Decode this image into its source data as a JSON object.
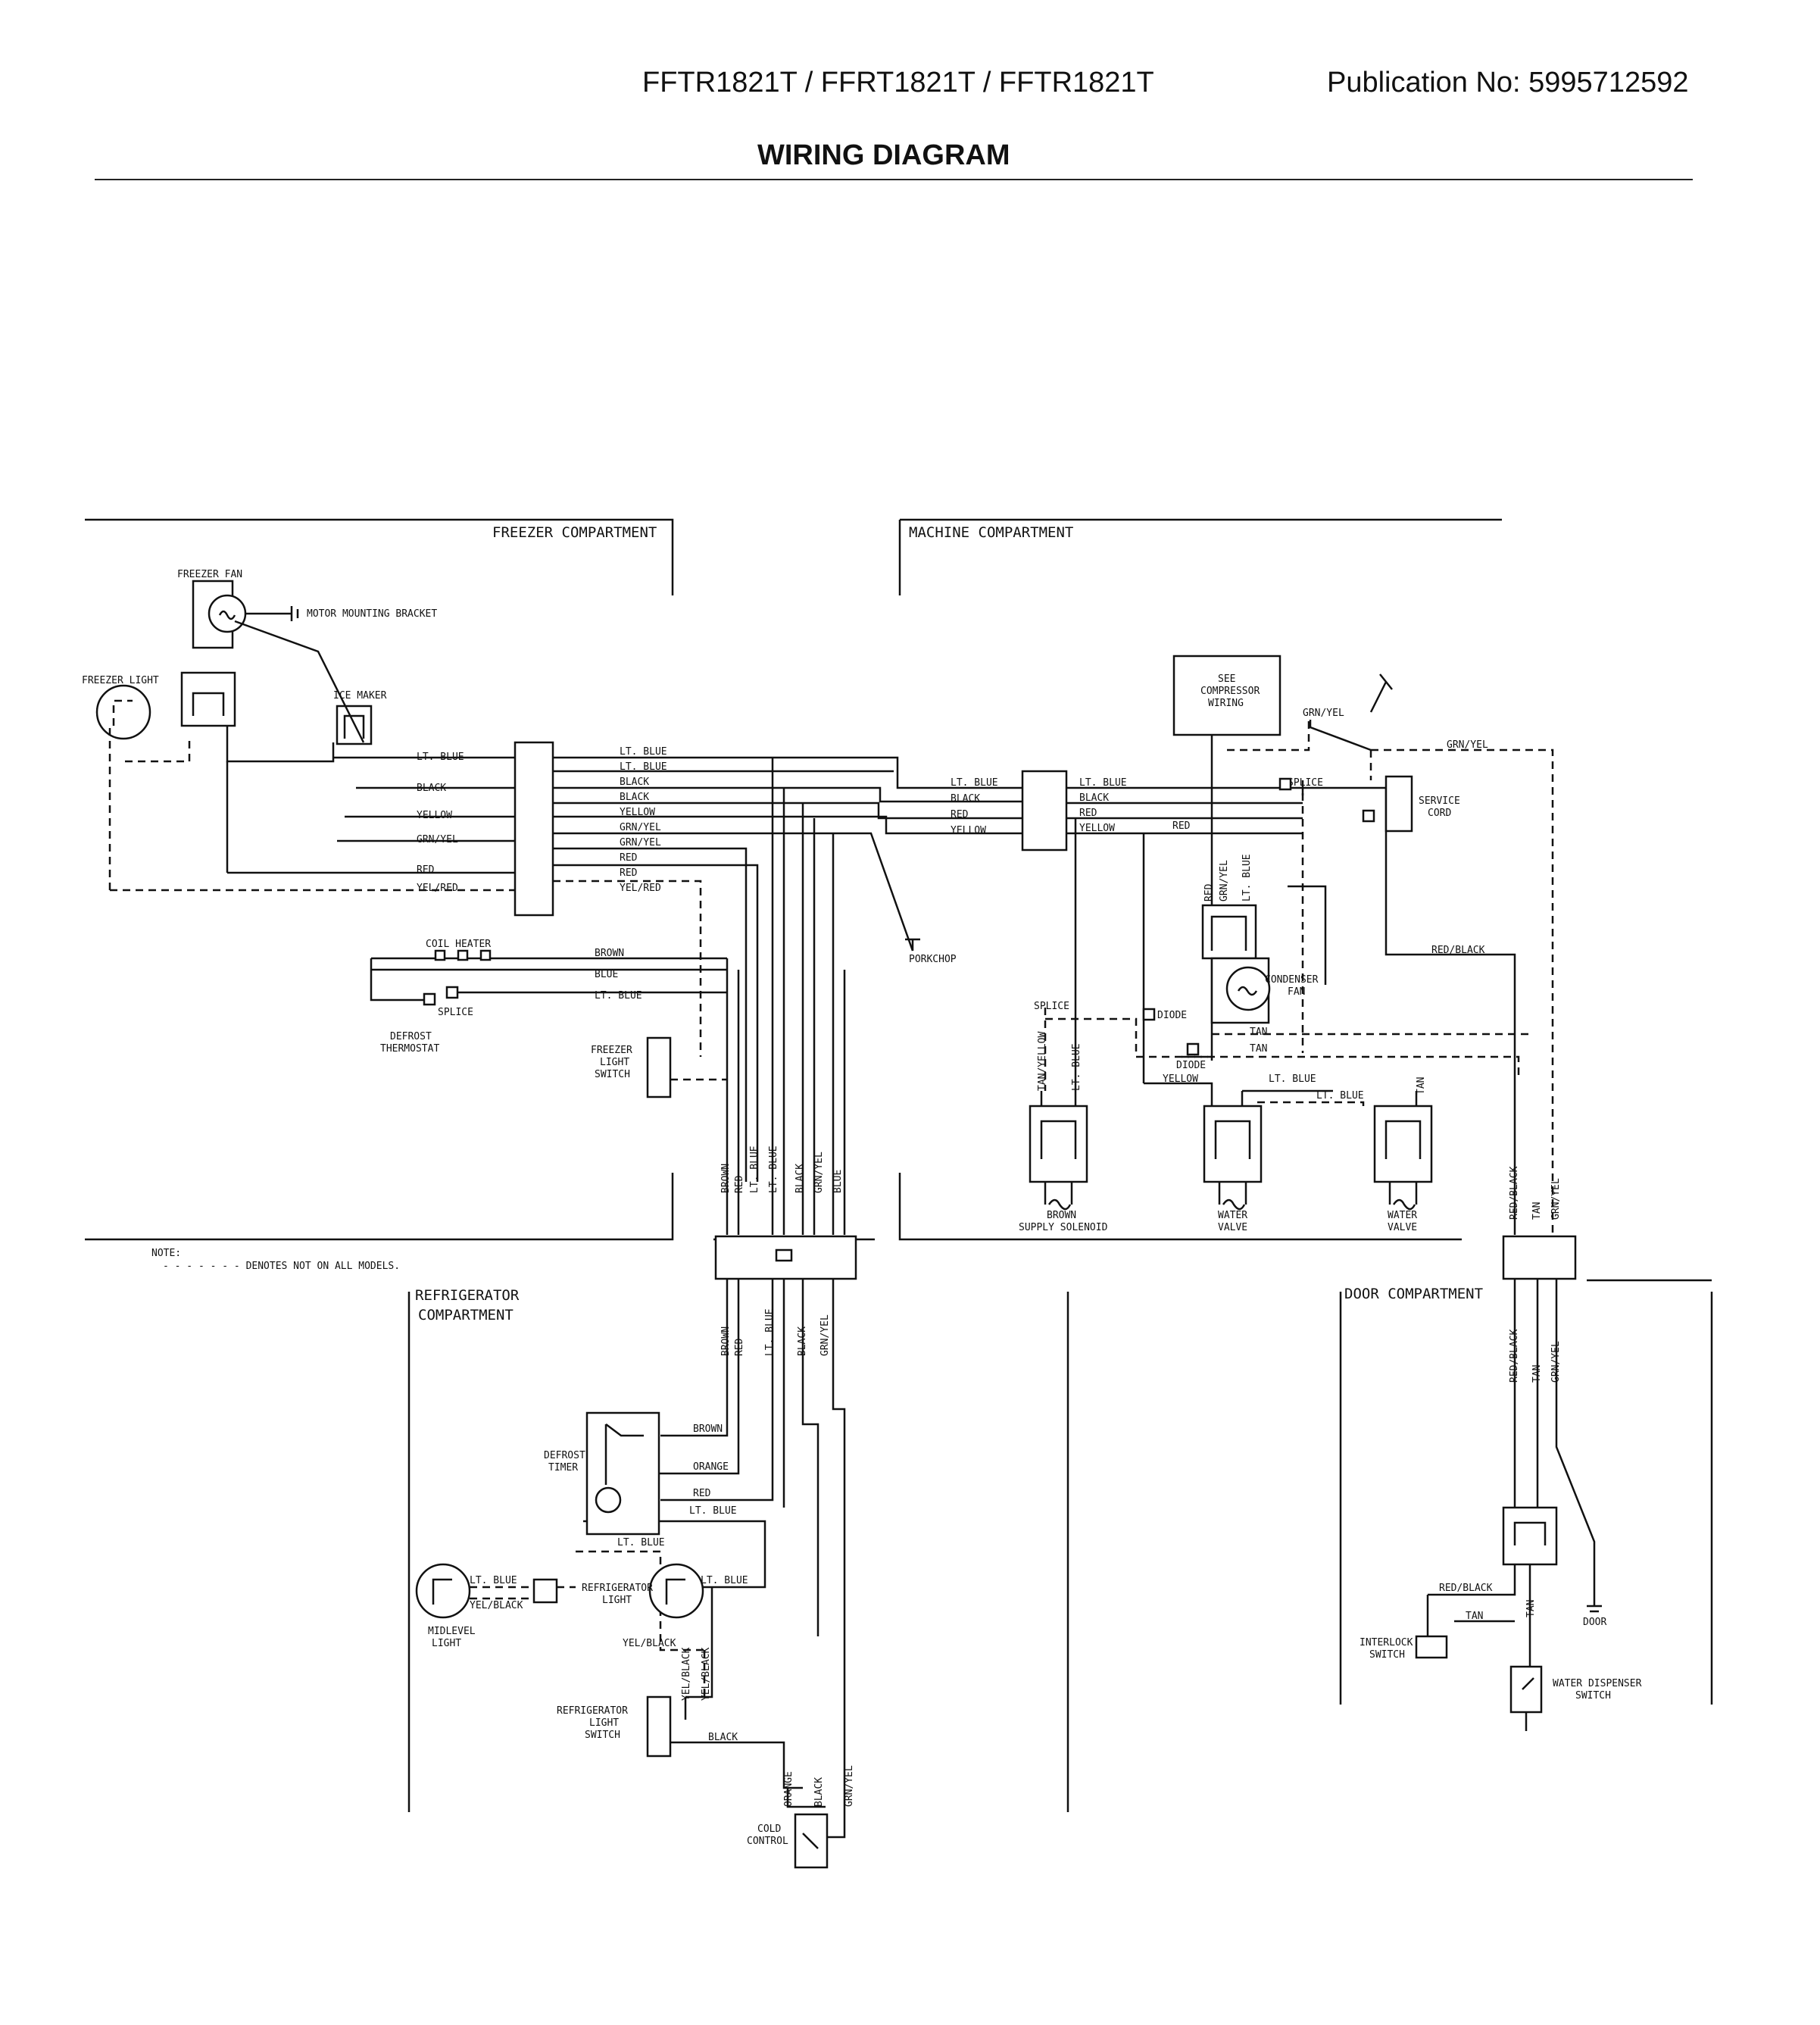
{
  "header": {
    "models": "FFTR1821T / FFRT1821T / FFTR1821T",
    "publication": "Publication No:  5995712592",
    "title": "WIRING DIAGRAM"
  },
  "compartments": {
    "freezer": "FREEZER COMPARTMENT",
    "machine": "MACHINE COMPARTMENT",
    "refrigerator_1": "REFRIGERATOR",
    "refrigerator_2": "COMPARTMENT",
    "door": "DOOR COMPARTMENT"
  },
  "components": {
    "freezer_fan": "FREEZER FAN",
    "motor_mounting_bracket": "MOTOR MOUNTING BRACKET",
    "freezer_light": "FREEZER LIGHT",
    "ice_maker": "ICE MAKER",
    "coil_heater": "COIL HEATER",
    "splice": "SPLICE",
    "defrost_thermostat_1": "DEFROST",
    "defrost_thermostat_2": "THERMOSTAT",
    "freezer_light_switch_1": "FREEZER",
    "freezer_light_switch_2": "LIGHT",
    "freezer_light_switch_3": "SWITCH",
    "porkchop": "PORKCHOP",
    "see_compressor_1": "SEE",
    "see_compressor_2": "COMPRESSOR",
    "see_compressor_3": "WIRING",
    "service_cord_1": "SERVICE",
    "service_cord_2": "CORD",
    "condenser_fan_1": "CONDENSER",
    "condenser_fan_2": "FAN",
    "diode": "DIODE",
    "supply_solenoid_1": "BROWN",
    "supply_solenoid_2": "SUPPLY SOLENOID",
    "water_valve_1": "WATER",
    "water_valve_2": "VALVE",
    "defrost_timer_1": "DEFROST",
    "defrost_timer_2": "TIMER",
    "refrigerator_light_1": "REFRIGERATOR",
    "refrigerator_light_2": "LIGHT",
    "midlevel_light_1": "MIDLEVEL",
    "midlevel_light_2": "LIGHT",
    "refrigerator_light_switch_1": "REFRIGERATOR",
    "refrigerator_light_switch_2": "LIGHT",
    "refrigerator_light_switch_3": "SWITCH",
    "cold_control_1": "COLD",
    "cold_control_2": "CONTROL",
    "door": "DOOR",
    "interlock_switch_1": "INTERLOCK",
    "interlock_switch_2": "SWITCH",
    "water_dispenser_switch_1": "WATER DISPENSER",
    "water_dispenser_switch_2": "SWITCH"
  },
  "note": {
    "label": "NOTE:",
    "text": "- - - - - - - DENOTES NOT ON ALL MODELS."
  },
  "wires": {
    "lt_blue": "LT. BLUE",
    "black": "BLACK",
    "yellow": "YELLOW",
    "grn_yel": "GRN/YEL",
    "red": "RED",
    "yel_red": "YEL/RED",
    "brown": "BROWN",
    "blue": "BLUE",
    "orange": "ORANGE",
    "tan": "TAN",
    "red_black": "RED/BLACK",
    "yel_black": "YEL/BLACK",
    "tan_yellow": "TAN/YELLOW"
  }
}
